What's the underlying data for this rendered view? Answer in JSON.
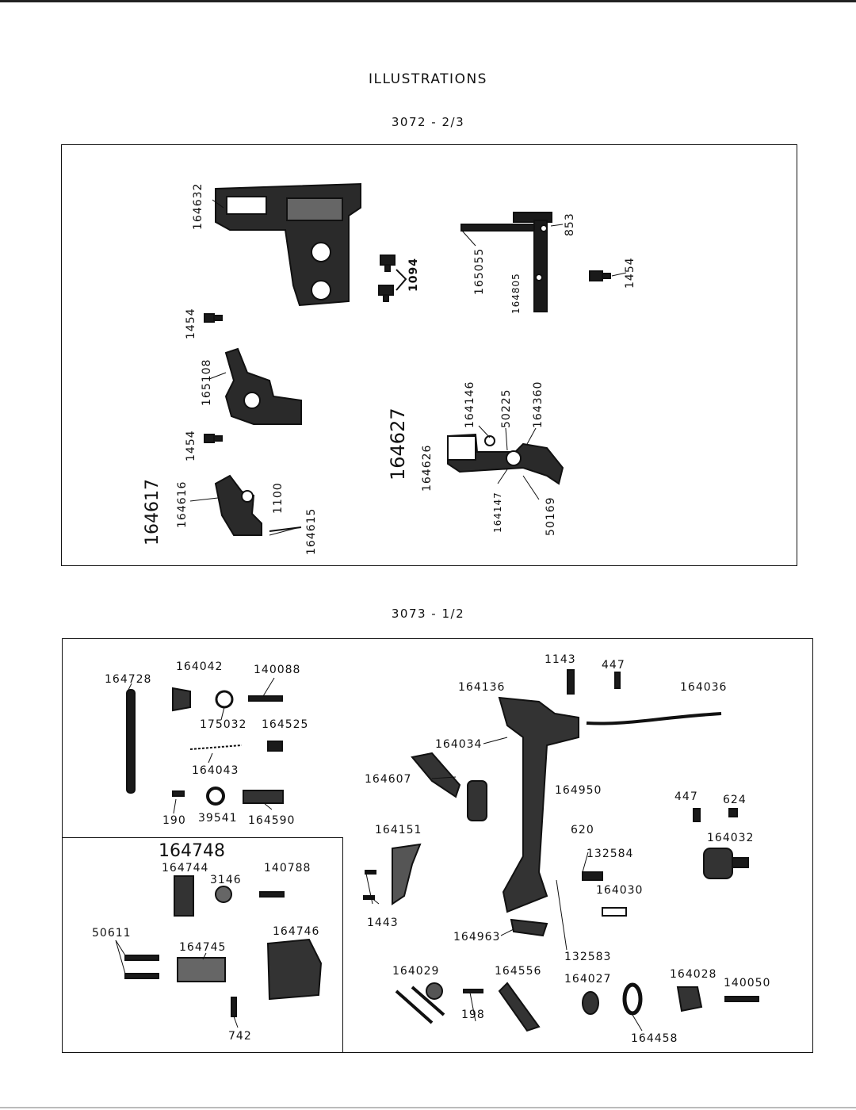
{
  "page": {
    "title": "ILLUSTRATIONS"
  },
  "section1": {
    "heading": "3072 - 2/3",
    "labels": {
      "l164632": "164632",
      "l1094": "1094",
      "l165055": "165055",
      "l164805": "164805",
      "l853": "853",
      "l1454_a": "1454",
      "l1454_b": "1454",
      "l165108": "165108",
      "l1454_c": "1454",
      "l164617": "164617",
      "l164616": "164616",
      "l1100": "1100",
      "l164615": "164615",
      "l164627": "164627",
      "l164626": "164626",
      "l164146": "164146",
      "l50225": "50225",
      "l164360": "164360",
      "l164147": "164147",
      "l50169": "50169"
    }
  },
  "section2": {
    "heading": "3073 - 1/2",
    "labels": {
      "l164728": "164728",
      "l164042": "164042",
      "l140088": "140088",
      "l175032": "175032",
      "l164525": "164525",
      "l164043": "164043",
      "l190": "190",
      "l39541": "39541",
      "l164590": "164590",
      "l1143": "1143",
      "l447_a": "447",
      "l164136": "164136",
      "l164036": "164036",
      "l164034": "164034",
      "l164607": "164607",
      "l164950": "164950",
      "l447_b": "447",
      "l624": "624",
      "l164151": "164151",
      "l620": "620",
      "l164032": "164032",
      "l132584": "132584",
      "l164030": "164030",
      "l1443": "1443",
      "l164963": "164963",
      "l132583": "132583",
      "l164029": "164029",
      "l164556": "164556",
      "l164027": "164027",
      "l164028": "164028",
      "l140050": "140050",
      "l198": "198",
      "l164458": "164458"
    },
    "inset": {
      "title": "164748",
      "labels": {
        "l164744": "164744",
        "l3146": "3146",
        "l140788": "140788",
        "l50611": "50611",
        "l164745": "164745",
        "l164746": "164746",
        "l742": "742"
      }
    }
  }
}
